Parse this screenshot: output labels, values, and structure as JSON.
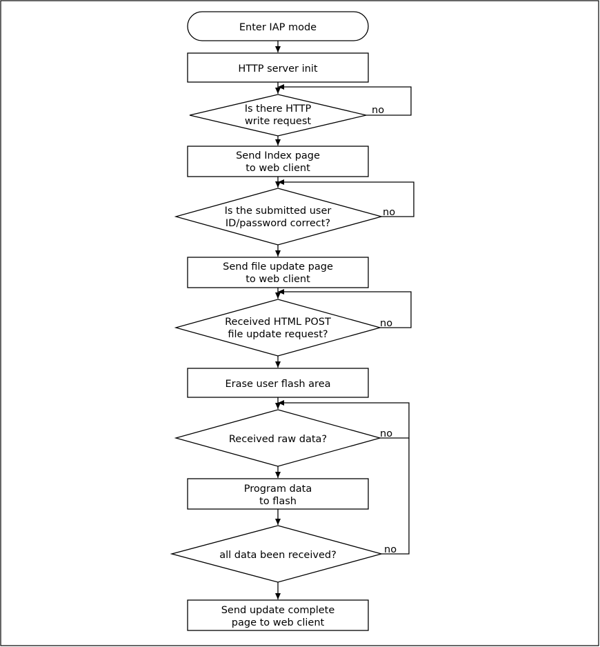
{
  "flowchart": {
    "nodes": [
      {
        "id": "start",
        "type": "terminal",
        "lines": [
          "Enter IAP mode"
        ]
      },
      {
        "id": "http-init",
        "type": "process",
        "lines": [
          "HTTP server init"
        ]
      },
      {
        "id": "http-write-check",
        "type": "decision",
        "lines": [
          "Is there HTTP",
          "write request"
        ]
      },
      {
        "id": "send-index",
        "type": "process",
        "lines": [
          "Send Index page",
          "to web client"
        ]
      },
      {
        "id": "credentials-check",
        "type": "decision",
        "lines": [
          "Is the submitted user",
          "ID/password correct?"
        ]
      },
      {
        "id": "send-update-page",
        "type": "process",
        "lines": [
          "Send file update page",
          "to web client"
        ]
      },
      {
        "id": "post-check",
        "type": "decision",
        "lines": [
          "Received HTML POST",
          "file update request?"
        ]
      },
      {
        "id": "erase-flash",
        "type": "process",
        "lines": [
          "Erase user flash area"
        ]
      },
      {
        "id": "raw-data-check",
        "type": "decision",
        "lines": [
          "Received raw data?"
        ]
      },
      {
        "id": "program-flash",
        "type": "process",
        "lines": [
          "Program data",
          "to flash"
        ]
      },
      {
        "id": "all-received-check",
        "type": "decision",
        "lines": [
          "all data been received?"
        ]
      },
      {
        "id": "send-complete",
        "type": "process",
        "lines": [
          "Send update complete",
          "page to web client"
        ]
      }
    ],
    "edges": [
      {
        "from": "start",
        "to": "http-init",
        "label": ""
      },
      {
        "from": "http-init",
        "to": "http-write-check",
        "label": ""
      },
      {
        "from": "http-write-check",
        "to": "http-write-check",
        "label": "no"
      },
      {
        "from": "http-write-check",
        "to": "send-index",
        "label": ""
      },
      {
        "from": "send-index",
        "to": "credentials-check",
        "label": ""
      },
      {
        "from": "credentials-check",
        "to": "credentials-check",
        "label": "no"
      },
      {
        "from": "credentials-check",
        "to": "send-update-page",
        "label": ""
      },
      {
        "from": "send-update-page",
        "to": "post-check",
        "label": ""
      },
      {
        "from": "post-check",
        "to": "post-check",
        "label": "no"
      },
      {
        "from": "post-check",
        "to": "erase-flash",
        "label": ""
      },
      {
        "from": "erase-flash",
        "to": "raw-data-check",
        "label": ""
      },
      {
        "from": "raw-data-check",
        "to": "raw-data-check",
        "label": "no"
      },
      {
        "from": "raw-data-check",
        "to": "program-flash",
        "label": ""
      },
      {
        "from": "program-flash",
        "to": "all-received-check",
        "label": ""
      },
      {
        "from": "all-received-check",
        "to": "raw-data-check",
        "label": "no"
      },
      {
        "from": "all-received-check",
        "to": "send-complete",
        "label": ""
      }
    ],
    "no_labels": {
      "http_write": "no",
      "credentials": "no",
      "post": "no",
      "raw_data": "no",
      "all_received": "no"
    }
  }
}
